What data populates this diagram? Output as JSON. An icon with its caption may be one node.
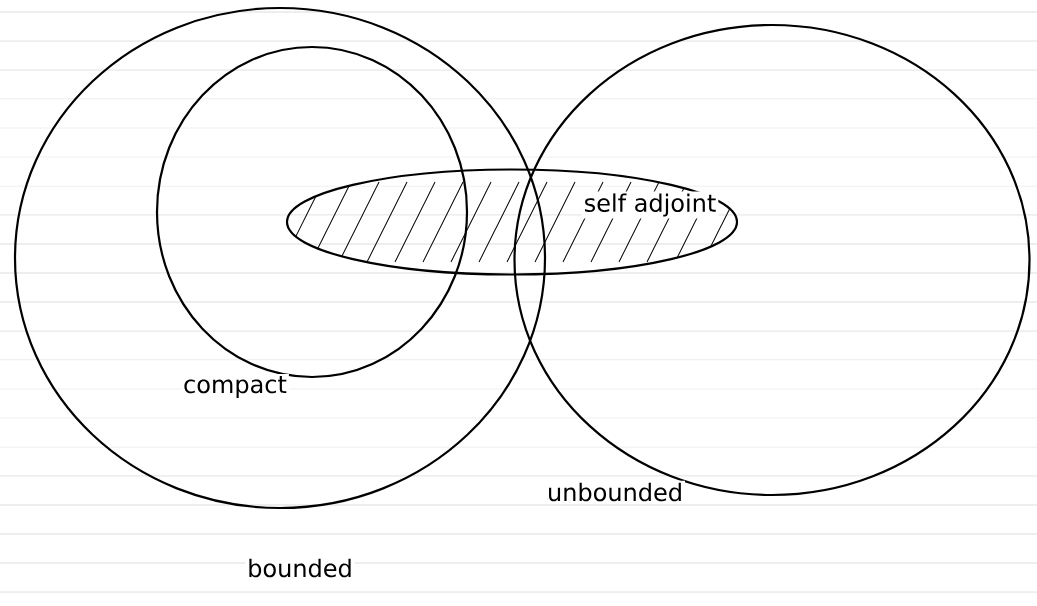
{
  "diagram": {
    "nodes": [
      {
        "text": [
          "bounded"
        ]
      },
      {
        "text": [
          "compact"
        ],
        "in": 0
      },
      {
        "text": [
          "unbounded"
        ]
      },
      {
        "text": [
          "self adjoint"
        ]
      }
    ]
  }
}
